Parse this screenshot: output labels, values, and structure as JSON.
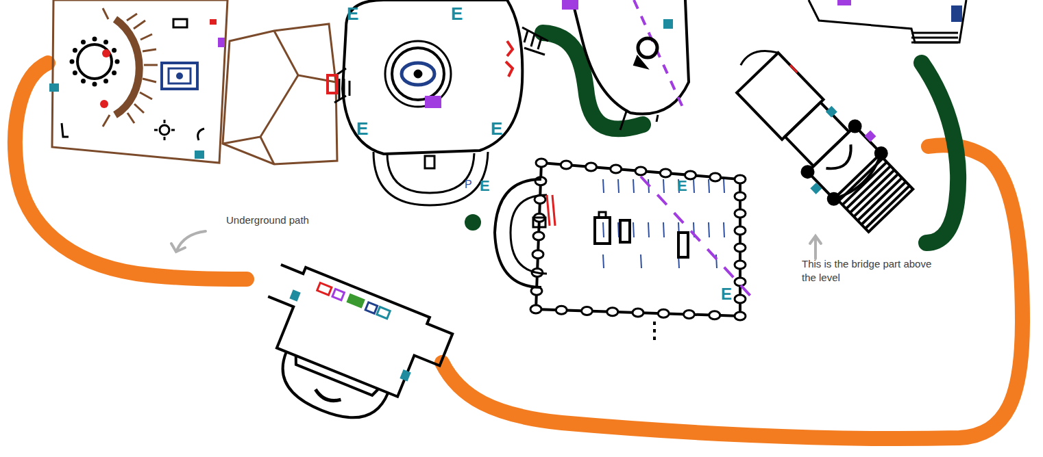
{
  "diagram": {
    "labels": [
      "Underground path",
      "This is the bridge part above the level",
      "E",
      "E",
      "E",
      "E",
      "P",
      "E",
      "E",
      "E"
    ]
  }
}
